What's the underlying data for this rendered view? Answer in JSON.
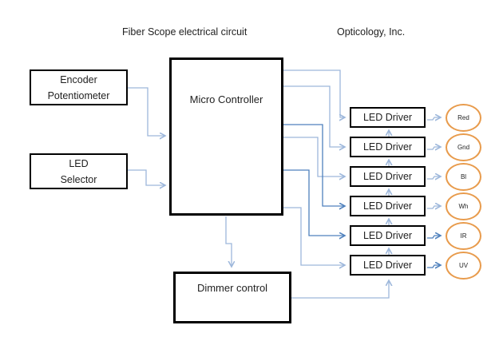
{
  "header": {
    "title": "Fiber Scope electrical circuit",
    "company": "Opticology, Inc."
  },
  "blocks": {
    "encoder": {
      "line1": "Encoder",
      "line2": "Potentiometer"
    },
    "selector": {
      "line1": "LED",
      "line2": "Selector"
    },
    "micro_controller": {
      "label": "Micro Controller"
    },
    "dimmer": {
      "label": "Dimmer control"
    }
  },
  "drivers": [
    {
      "label": "LED Driver",
      "output": "Red"
    },
    {
      "label": "LED Driver",
      "output": "Gnd"
    },
    {
      "label": "LED Driver",
      "output": "Bl"
    },
    {
      "label": "LED Driver",
      "output": "Wh"
    },
    {
      "label": "LED Driver",
      "output": "IR"
    },
    {
      "label": "LED Driver",
      "output": "UV"
    }
  ],
  "colors": {
    "connector_light": "#9DB7DB",
    "connector_dark": "#4F81BD",
    "circle_border": "#E89B4C",
    "box_border": "#000000",
    "text": "#1f1f1f"
  }
}
